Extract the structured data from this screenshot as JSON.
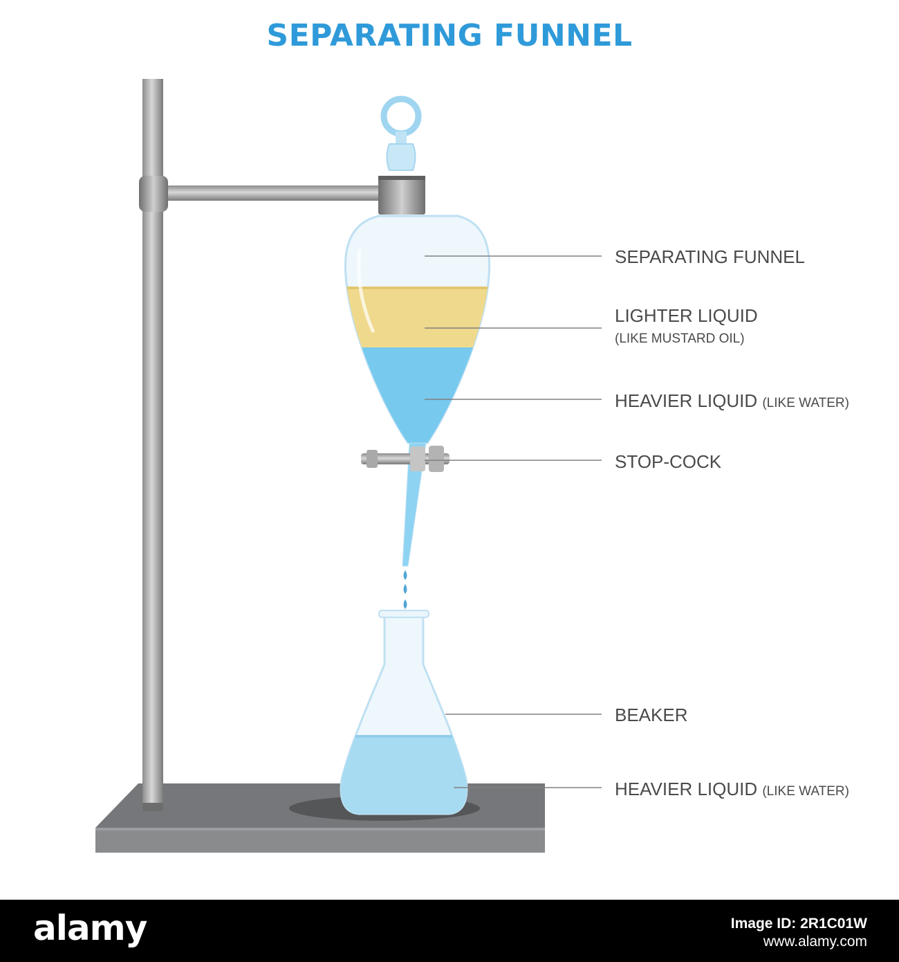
{
  "title": "SEPARATING FUNNEL",
  "colors": {
    "title": "#2f9ad9",
    "label_text": "#4a4a4a",
    "leader_line": "#808080",
    "metal_light": "#c9c9c9",
    "metal_dark": "#7d7d7d",
    "base": "#8a8b8d",
    "glass": "#e6f3fb",
    "water": "#77c9ee",
    "oil": "#efd98c",
    "footer": "#000000"
  },
  "labels": {
    "separating_funnel": "SEPARATING FUNNEL",
    "lighter_liquid": "LIGHTER LIQUID",
    "lighter_liquid_note": "(LIKE MUSTARD OIL)",
    "heavier_liquid": "HEAVIER LIQUID",
    "heavier_liquid_note": "(LIKE WATER)",
    "stop_cock": "STOP-COCK",
    "beaker": "BEAKER",
    "heavier_liquid_bottom": "HEAVIER LIQUID",
    "heavier_liquid_bottom_note": "(LIKE WATER)"
  },
  "watermark": {
    "brand": "alamy",
    "image_id": "Image ID: 2R1C01W",
    "url": "www.alamy.com"
  }
}
